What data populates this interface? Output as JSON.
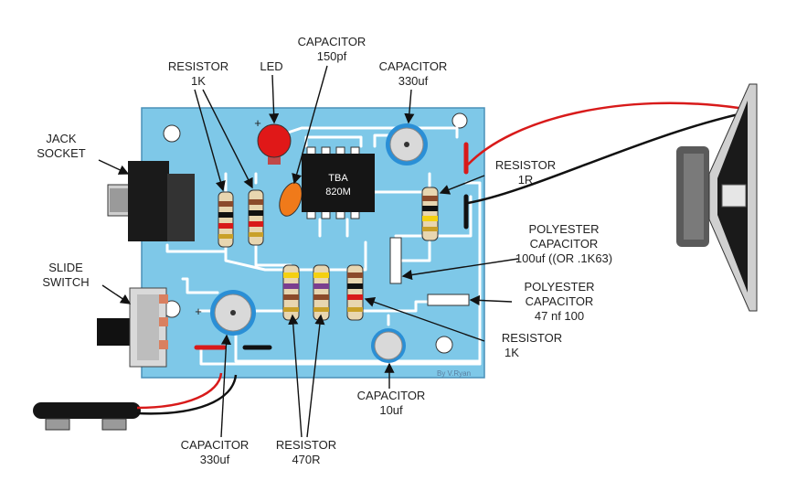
{
  "credit": "By V.Ryan",
  "ic_text": [
    "TBA",
    "820M"
  ],
  "labels": {
    "jack_socket": [
      "JACK",
      "SOCKET"
    ],
    "slide_switch": [
      "SLIDE",
      "SWITCH"
    ],
    "resistor_1k_top": [
      "RESISTOR",
      "1K"
    ],
    "led": [
      "LED"
    ],
    "capacitor_150pf": [
      "CAPACITOR",
      "150pf"
    ],
    "capacitor_330uf_top": [
      "CAPACITOR",
      "330uf"
    ],
    "resistor_1r": [
      "RESISTOR",
      "1R"
    ],
    "polyester_100uf": [
      "POLYESTER",
      "CAPACITOR",
      "100uf ((OR .1K63)"
    ],
    "polyester_47nf": [
      "POLYESTER",
      "CAPACITOR",
      "47 nf 100"
    ],
    "resistor_1k_right": [
      "RESISTOR",
      "1K"
    ],
    "capacitor_10uf": [
      "CAPACITOR",
      "10uf"
    ],
    "resistor_470r": [
      "RESISTOR",
      "470R"
    ],
    "capacitor_330uf_bottom": [
      "CAPACITOR",
      "330uf"
    ]
  },
  "plus_signs": [
    "+",
    "+"
  ],
  "colors": {
    "board": "#7ec8e8",
    "trace": "#ffffff",
    "led": "#e01818",
    "capacitor_ceramic": "#f07a1a",
    "electrolytic_ring": "#2a8fd6",
    "speaker_wire_red": "#d81a1a",
    "speaker_wire_black": "#111111"
  }
}
